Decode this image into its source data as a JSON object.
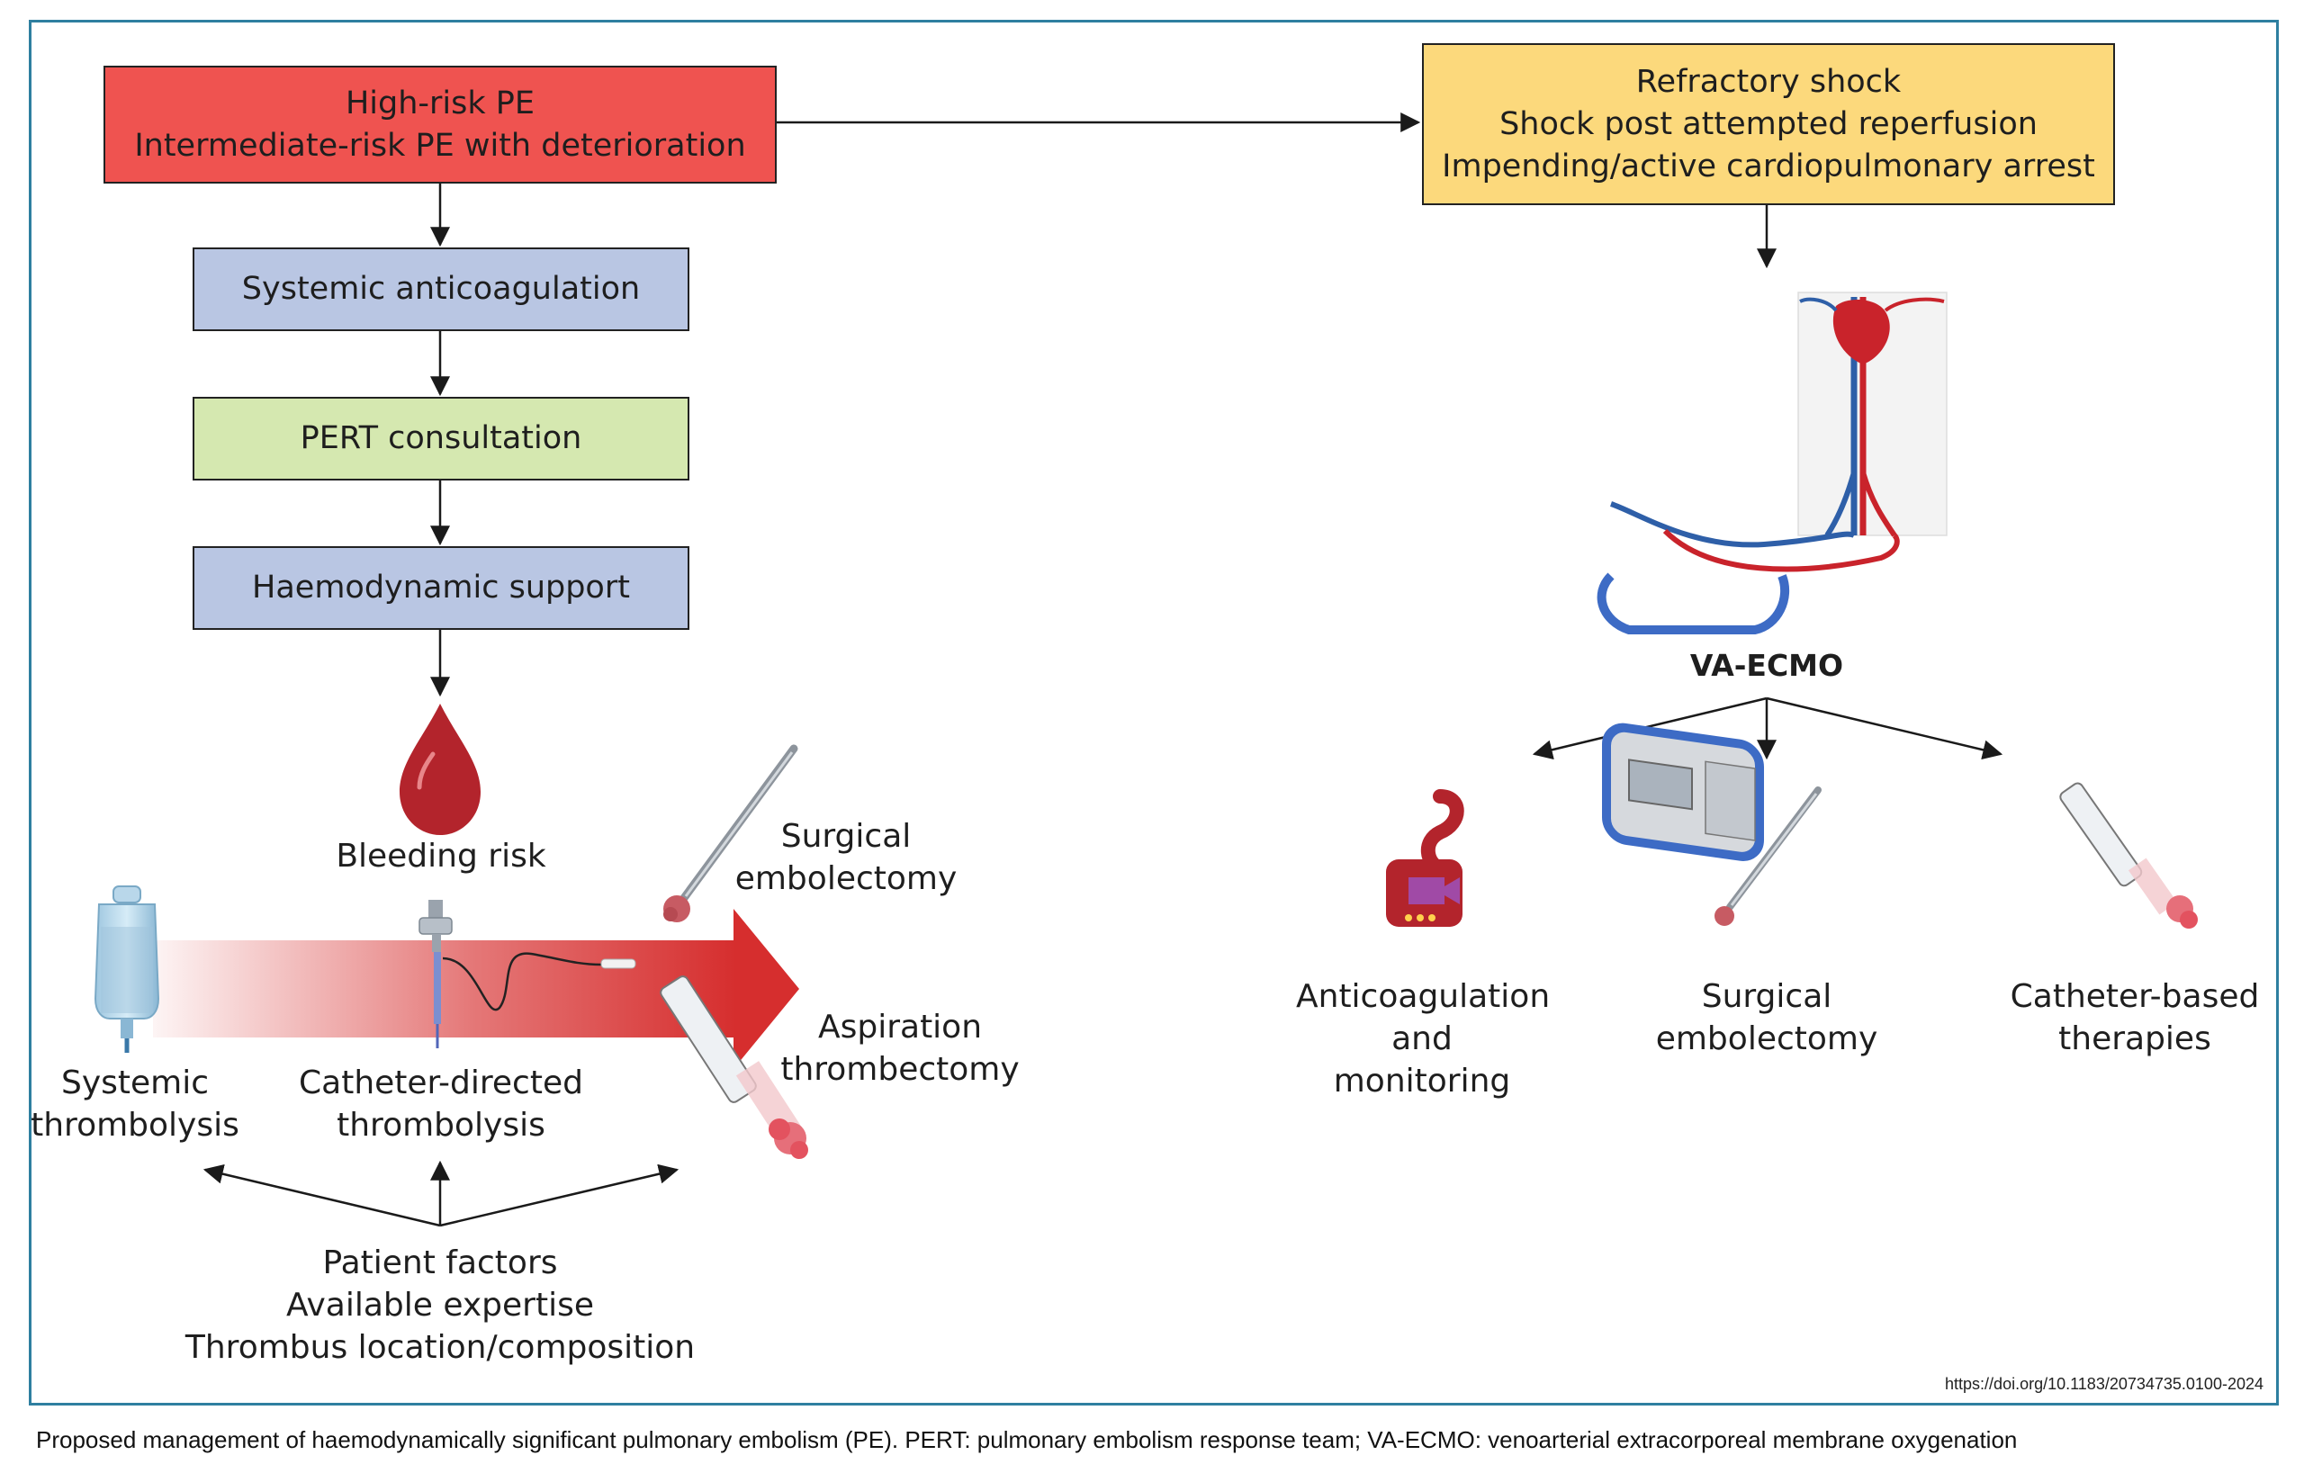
{
  "boxes": {
    "risk": [
      "High-risk PE",
      "Intermediate-risk PE with deterioration"
    ],
    "anticoagulation": "Systemic anticoagulation",
    "pert": "PERT consultation",
    "support": "Haemodynamic support",
    "shock": [
      "Refractory shock",
      "Shock post attempted reperfusion",
      "Impending/active cardiopulmonary arrest"
    ]
  },
  "labels": {
    "bleeding": "Bleeding risk",
    "surgical_left": [
      "Surgical",
      "embolectomy"
    ],
    "aspiration": [
      "Aspiration",
      "thrombectomy"
    ],
    "systemic": [
      "Systemic",
      "thrombolysis"
    ],
    "catheter_directed": [
      "Catheter-directed",
      "thrombolysis"
    ],
    "factors": [
      "Patient factors",
      "Available expertise",
      "Thrombus location/composition"
    ],
    "vaecmo": "VA-ECMO",
    "anticoag_monitor": [
      "Anticoagulation",
      "and",
      "monitoring"
    ],
    "surgical_right": [
      "Surgical",
      "embolectomy"
    ],
    "catheter_based": [
      "Catheter-based",
      "therapies"
    ]
  },
  "colors": {
    "red_box": "#ef5350",
    "yellow_box": "#fcd97c",
    "blue_box": "#b9c6e3",
    "green_box": "#d5e8b0",
    "frame": "#2e7fa0",
    "arrow_red": "#d62e2e"
  },
  "doi": "https://doi.org/10.1183/20734735.0100-2024",
  "caption": "Proposed management of haemodynamically significant pulmonary embolism (PE). PERT: pulmonary embolism response team; VA-ECMO: venoarterial extracorporeal membrane oxygenation"
}
